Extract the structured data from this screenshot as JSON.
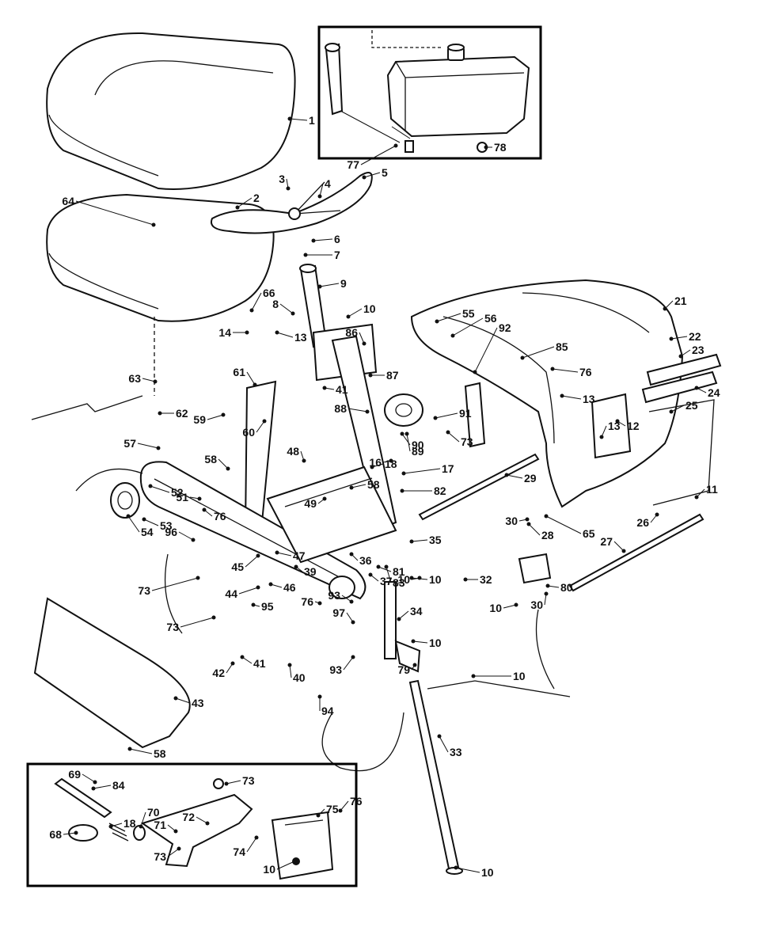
{
  "callouts": [
    "1",
    "2",
    "3",
    "4",
    "5",
    "6",
    "7",
    "8",
    "9",
    "10",
    "10",
    "10",
    "10",
    "10",
    "10",
    "10",
    "10",
    "11",
    "12",
    "13",
    "13",
    "13",
    "14",
    "16",
    "17",
    "18",
    "18",
    "21",
    "22",
    "23",
    "24",
    "25",
    "26",
    "27",
    "28",
    "29",
    "30",
    "30",
    "32",
    "33",
    "34",
    "35",
    "36",
    "37",
    "39",
    "40",
    "41",
    "41",
    "42",
    "43",
    "44",
    "45",
    "46",
    "47",
    "48",
    "49",
    "51",
    "52",
    "53",
    "54",
    "55",
    "56",
    "57",
    "58",
    "58",
    "58",
    "59",
    "60",
    "61",
    "62",
    "63",
    "64",
    "65",
    "66",
    "68",
    "69",
    "70",
    "71",
    "72",
    "73",
    "73",
    "73",
    "73",
    "73",
    "74",
    "75",
    "76",
    "76",
    "76",
    "76",
    "77",
    "78",
    "79",
    "80",
    "81",
    "82",
    "83",
    "84",
    "85",
    "86",
    "87",
    "88",
    "89",
    "90",
    "91",
    "92",
    "93",
    "93",
    "94",
    "95",
    "96",
    "97"
  ],
  "icons": {
    "seat": "seat-cushion-icon",
    "steering_wheel": "steering-wheel-icon",
    "hood": "hood-icon",
    "fuel_tank": "fuel-tank-icon",
    "steering_column": "steering-column-icon",
    "pulley": "pulley-icon",
    "belt": "drive-belt-icon",
    "side_panel": "side-panel-icon",
    "axle": "axle-rod-icon",
    "shift_lever": "shift-lever-icon",
    "shift_plate": "shift-plate-icon"
  }
}
